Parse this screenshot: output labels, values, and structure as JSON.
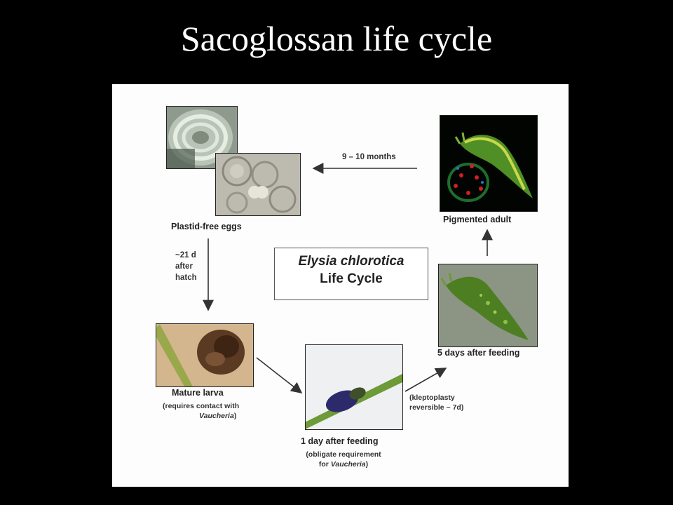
{
  "title": "Sacoglossan life cycle",
  "center_box": {
    "line1": "Elysia chlorotica",
    "line2": "Life Cycle"
  },
  "stages": {
    "eggs": "Plastid-free eggs",
    "larva": "Mature larva",
    "larva_note": "(requires contact with",
    "larva_note_italic": "Vaucheria",
    "larva_note_end": ")",
    "one_day": "1 day after feeding",
    "one_day_note1": "(obligate requirement",
    "one_day_note2_pre": "for ",
    "one_day_note2_italic": "Vaucheria",
    "one_day_note2_end": ")",
    "five_days": "5 days after feeding",
    "adult": "Pigmented adult"
  },
  "arrows": {
    "months": "9 – 10 months",
    "hatch1": "~21 d",
    "hatch2": "after",
    "hatch3": "hatch",
    "klepto1": "(kleptoplasty",
    "klepto2": "reversible ~ 7d)"
  }
}
